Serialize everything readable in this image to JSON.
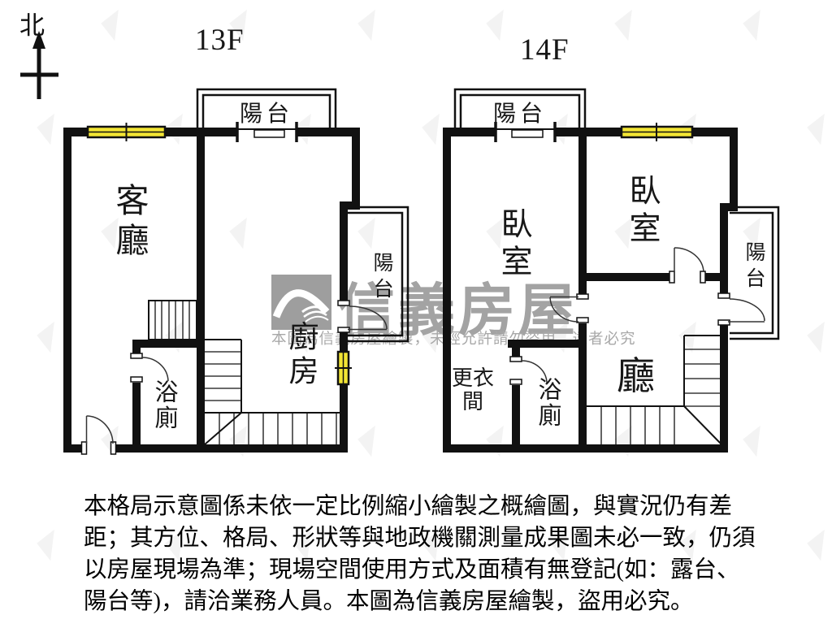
{
  "compass": {
    "label": "北"
  },
  "floors": {
    "f13": {
      "title": "13F",
      "living": "客廳",
      "kitchen": "廚房",
      "bath": "浴廁",
      "balcony_top": "陽台",
      "balcony_right": "陽台"
    },
    "f14": {
      "title": "14F",
      "bedroom_left": "臥室",
      "bedroom_right": "臥室",
      "hall": "廳",
      "closet": "更衣間",
      "bath": "浴廁",
      "balcony_top": "陽台",
      "balcony_right": "陽台"
    }
  },
  "watermark": {
    "brand": "信義房屋",
    "notice": "本圖為信義房屋繪製，未經允許請勿盜用，違者必究"
  },
  "disclaimer": "本格局示意圖係未依一定比例縮小繪製之概繪圖，與實況仍有差\n距；其方位、格局、形狀等與地政機關測量成果圖未必一致，仍須\n以房屋現場為準；現場空間使用方式及面積有無登記(如：露台、\n陽台等)，請洽業務人員。本圖為信義房屋繪製，盜用必究。",
  "colors": {
    "wall": "#111111",
    "window_yellow": "#f2e534",
    "watermark_grey": "#a3a3a3",
    "logo_grey": "#9e9e9e"
  }
}
